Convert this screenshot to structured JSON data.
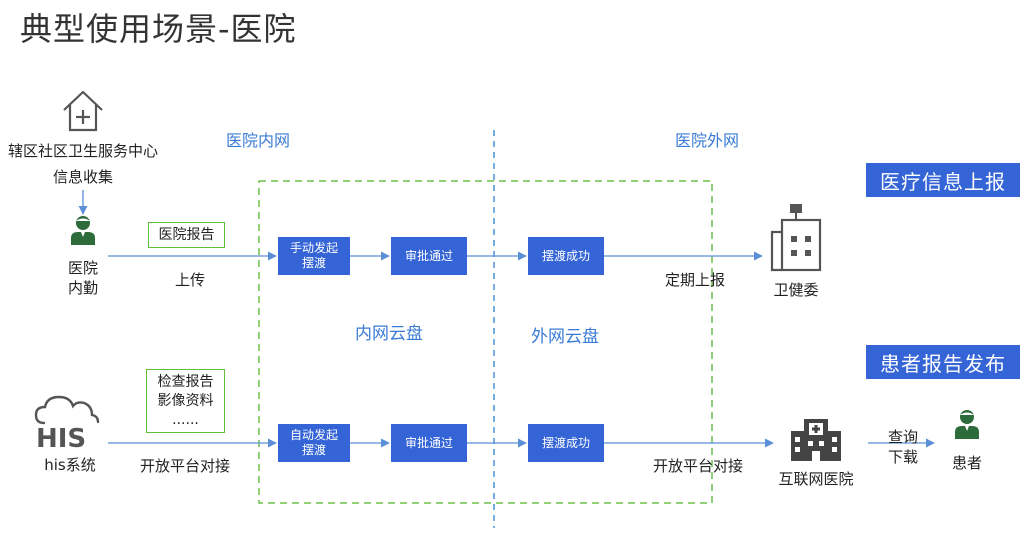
{
  "title": "典型使用场景-医院",
  "zones": {
    "internal": "医院内网",
    "external": "医院外网"
  },
  "clouds": {
    "internal": "内网云盘",
    "external": "外网云盘"
  },
  "badges": {
    "medical_report": "医疗信息上报",
    "patient_report": "患者报告发布"
  },
  "top_flow": {
    "community_center": "辖区社区卫生服务中心",
    "collect": "信息收集",
    "staff": "医院\n内勤",
    "doc_box": "医院报告",
    "upload": "上传",
    "step1": "手动发起\n摆渡",
    "step2": "审批通过",
    "step3": "摆渡成功",
    "report": "定期上报",
    "dest": "卫健委"
  },
  "bottom_flow": {
    "source": "his系统",
    "his_logo": "HIS",
    "doc_box": "检查报告\n影像资料\n......",
    "connect_left": "开放平台对接",
    "step1": "自动发起\n摆渡",
    "step2": "审批通过",
    "step3": "摆渡成功",
    "connect_right": "开放平台对接",
    "dest": "互联网医院",
    "query": "查询\n下载",
    "patient": "患者"
  },
  "colors": {
    "accent": "#3464d6",
    "zone": "#5fbf3a",
    "divider": "#4a90d9",
    "icon": "#2e6b3a"
  }
}
